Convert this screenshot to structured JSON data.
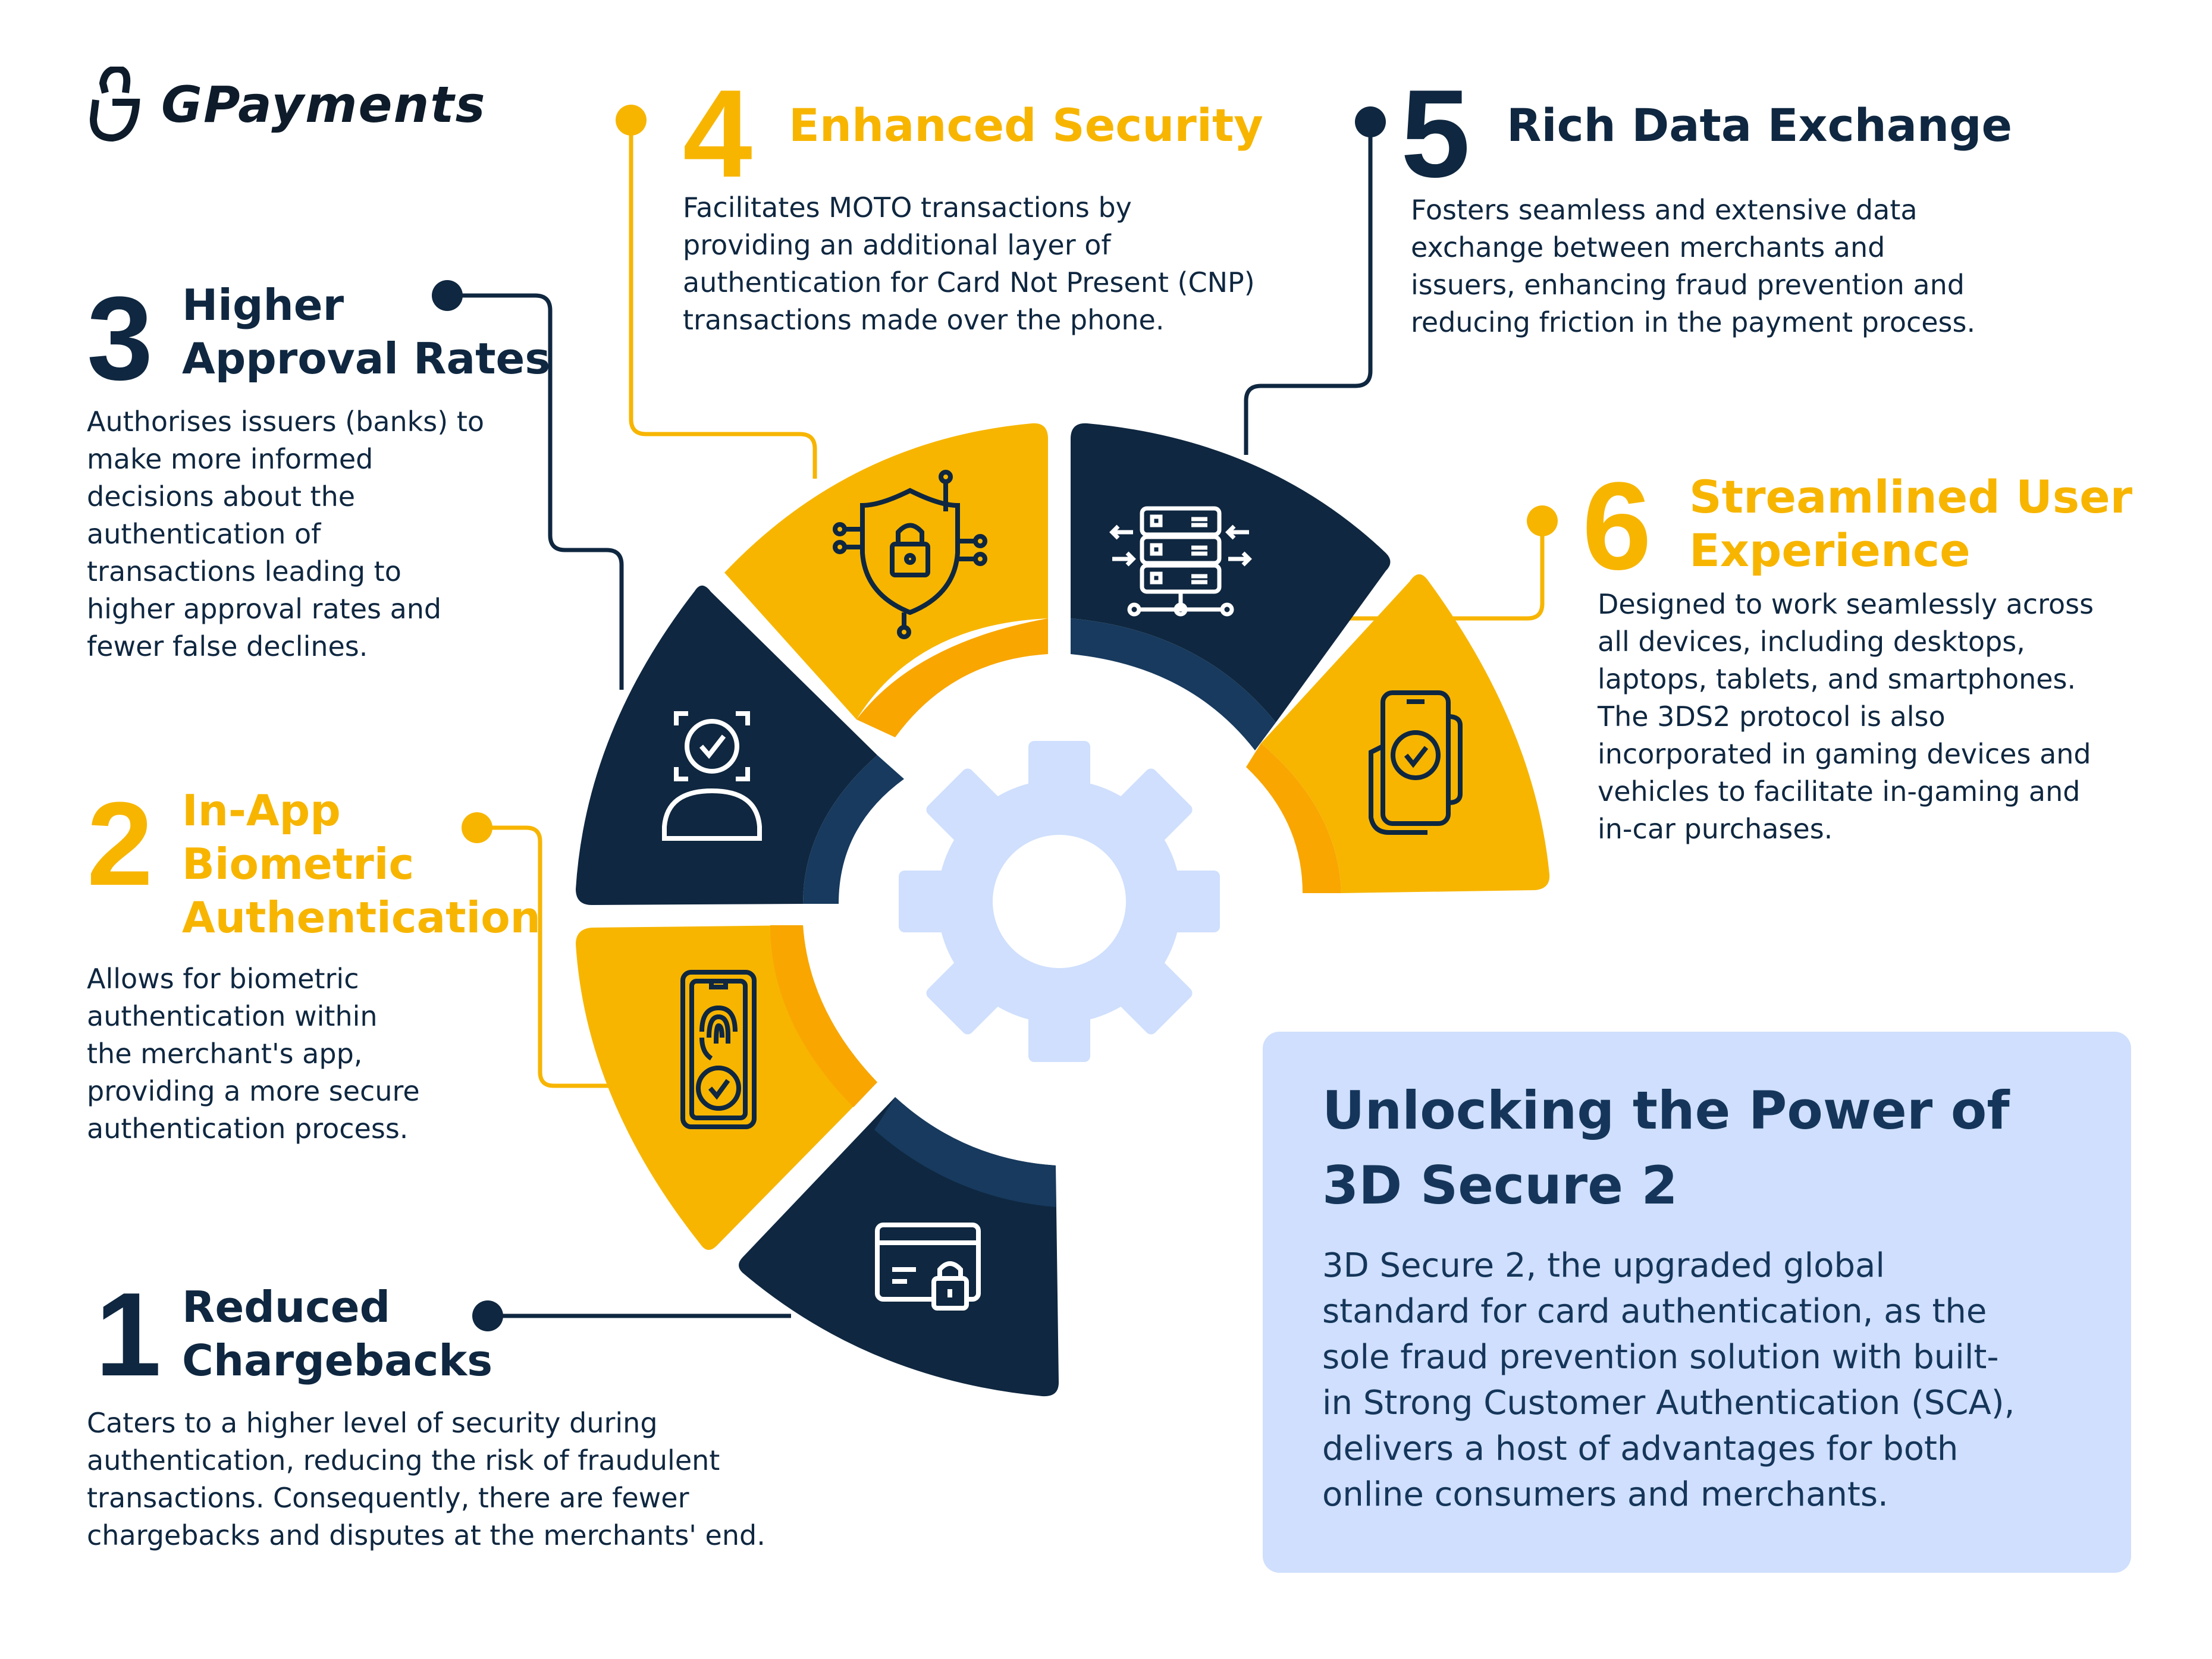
{
  "brand": {
    "logo_text": "GPayments",
    "logo_icon": "padlock-g-icon"
  },
  "colors": {
    "yellow": "#f7b500",
    "navy": "#0f2740",
    "mid_navy": "#173a5e",
    "gear": "#cfdffd",
    "box_bg": "#cfdffd",
    "box_text": "#15365a"
  },
  "benefits": [
    {
      "number": "1",
      "title_line1": "Reduced",
      "title_line2": "Chargebacks",
      "title_line3": "",
      "icon": "credit-card-lock-icon",
      "description": [
        "Caters to a higher level of security during",
        "authentication, reducing the risk of fraudulent",
        "transactions. Consequently, there are fewer",
        "chargebacks and disputes at the merchants' end."
      ]
    },
    {
      "number": "2",
      "title_line1": "In-App",
      "title_line2": "Biometric",
      "title_line3": "Authentication",
      "icon": "phone-fingerprint-icon",
      "description": [
        "Allows for biometric",
        "authentication within",
        "the merchant's app,",
        "providing a more secure",
        "authentication process."
      ]
    },
    {
      "number": "3",
      "title_line1": "Higher",
      "title_line2": "Approval Rates",
      "title_line3": "",
      "icon": "face-scan-check-icon",
      "description": [
        "Authorises issuers (banks) to",
        "make more informed",
        "decisions about the",
        "authentication of",
        "transactions leading to",
        "higher approval rates and",
        "fewer false declines."
      ]
    },
    {
      "number": "4",
      "title_line1": "Enhanced Security",
      "title_line2": "",
      "title_line3": "",
      "icon": "shield-lock-circuit-icon",
      "description": [
        "Facilitates MOTO transactions by",
        "providing an additional layer of",
        "authentication for Card Not Present (CNP)",
        "transactions made over the phone."
      ]
    },
    {
      "number": "5",
      "title_line1": "Rich Data Exchange",
      "title_line2": "",
      "title_line3": "",
      "icon": "server-exchange-icon",
      "description": [
        "Fosters seamless and extensive data",
        "exchange between merchants and",
        "issuers, enhancing fraud prevention and",
        "reducing friction in the payment process."
      ]
    },
    {
      "number": "6",
      "title_line1": "Streamlined User",
      "title_line2": "Experience",
      "title_line3": "",
      "icon": "hand-phone-check-icon",
      "description": [
        "Designed to work seamlessly across",
        "all devices, including desktops,",
        "laptops, tablets, and smartphones.",
        "The 3DS2 protocol is also",
        "incorporated in gaming devices and",
        "vehicles to facilitate in-gaming and",
        "in-car purchases."
      ]
    }
  ],
  "center": {
    "icon": "gear-icon"
  },
  "info_box": {
    "title_line1": "Unlocking the Power of",
    "title_line2": "3D Secure 2",
    "body": [
      "3D Secure 2, the upgraded global",
      "standard for card authentication, as the",
      "sole fraud prevention solution with built-",
      "in Strong Customer Authentication (SCA),",
      "delivers a host of advantages for both",
      "online consumers and merchants."
    ]
  }
}
